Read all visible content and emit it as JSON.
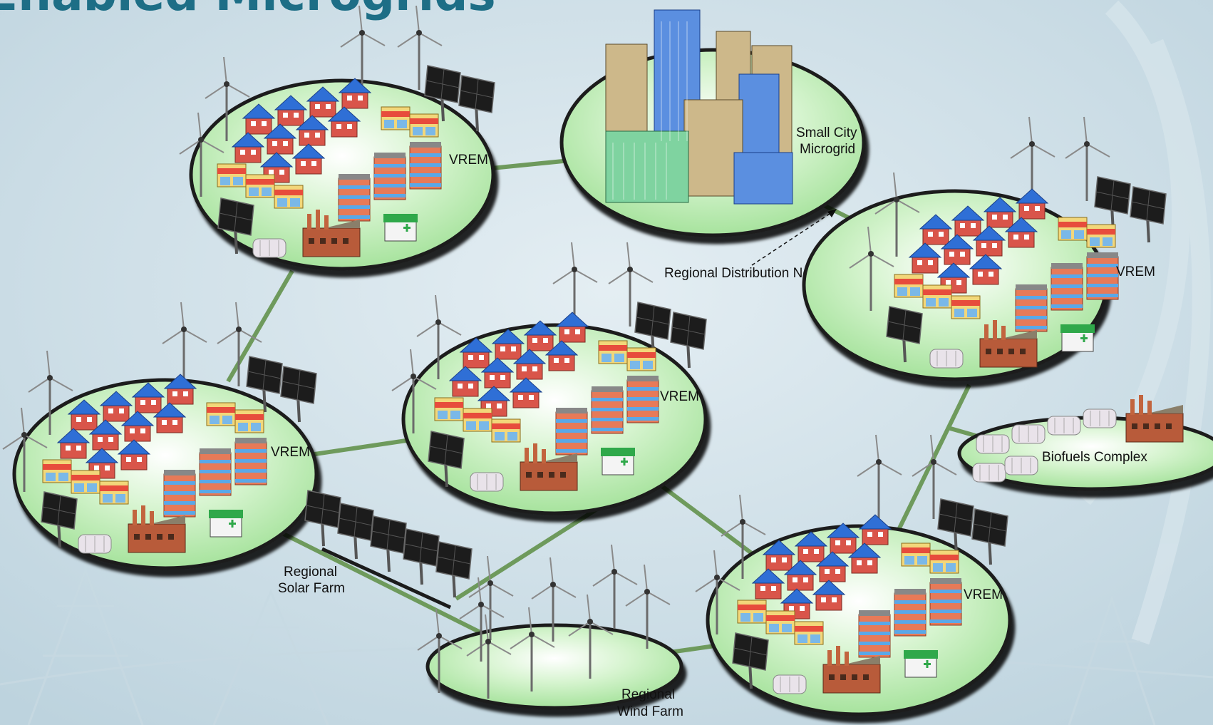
{
  "title": "Enabled Microgrids",
  "labels": {
    "vrem": "VREM",
    "small_city_line1": "Small City",
    "small_city_line2": "Microgrid",
    "regional_distribution_network": "Regional Distribution Network",
    "biofuels_complex": "Biofuels Complex",
    "regional_solar_line1": "Regional",
    "regional_solar_line2": "Solar Farm",
    "regional_wind_line1": "Regional",
    "regional_wind_line2": "Wind Farm"
  },
  "colors": {
    "background": "#cfe0e8",
    "island_fill": "#a8e6a0",
    "island_stroke": "#1b1b1b",
    "connection_line": "#6e9a5c",
    "title": "#1d6e86",
    "house_roof": "#2f6fd6",
    "house_wall": "#d9554a",
    "tower_blue": "#5b8fe0",
    "tower_tan": "#cdb88a"
  },
  "icons": [
    "wind-turbine-icon",
    "solar-panel-icon",
    "house-icon",
    "store-icon",
    "factory-icon",
    "clinic-icon",
    "apartment-icon",
    "tank-icon",
    "skyscraper-icon"
  ]
}
